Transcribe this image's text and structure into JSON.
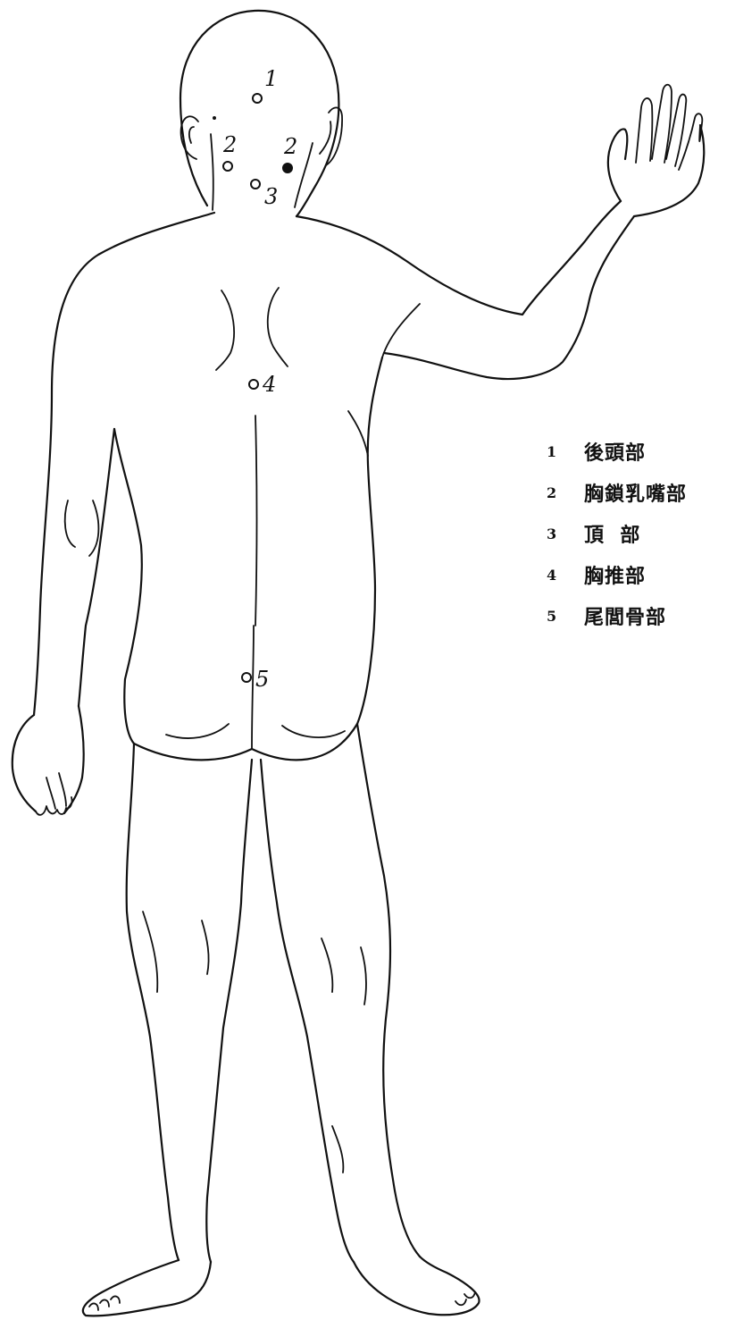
{
  "markers": [
    {
      "id": "1",
      "label": "1"
    },
    {
      "id": "2-left",
      "label": "2"
    },
    {
      "id": "2-right",
      "label": "2"
    },
    {
      "id": "3",
      "label": "3"
    },
    {
      "id": "4",
      "label": "4"
    },
    {
      "id": "5",
      "label": "5"
    }
  ],
  "legend": [
    {
      "num": "1",
      "label": "後頭部"
    },
    {
      "num": "2",
      "label": "胸鎖乳嘴部"
    },
    {
      "num": "3",
      "label": "頂  部"
    },
    {
      "num": "4",
      "label": "胸推部"
    },
    {
      "num": "5",
      "label": "尾閭骨部"
    }
  ]
}
